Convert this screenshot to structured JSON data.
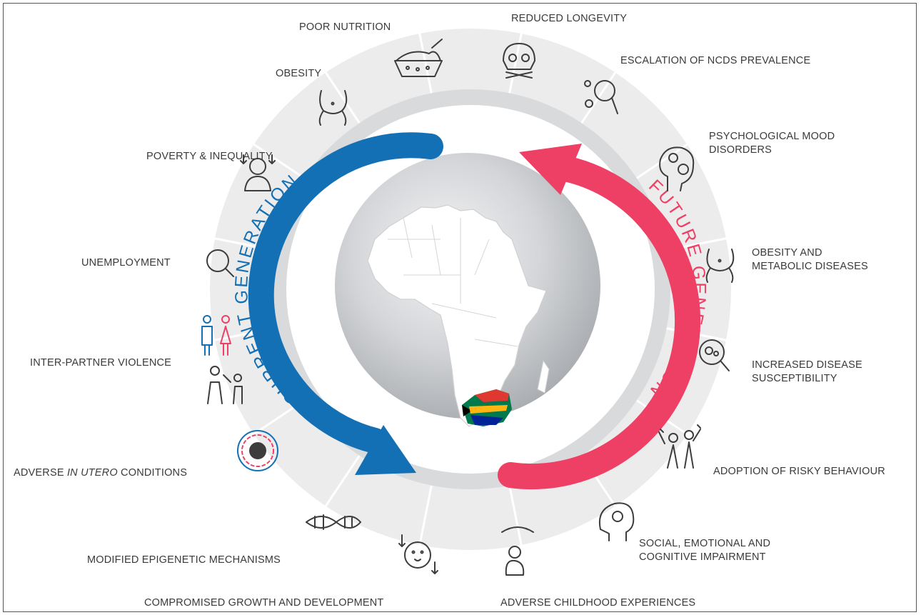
{
  "generations": {
    "current": "CURRENT GENERATION",
    "future": "FUTURE GENERATION"
  },
  "colors": {
    "current": "#1470b4",
    "future": "#ee3f65",
    "ring_light": "#ededed",
    "ring_band": "#d9dadc",
    "label_text": "#3a3a3a",
    "globe": "#c9cbce",
    "land": "#ffffff"
  },
  "current_factors": [
    {
      "id": "poor-nutrition",
      "label": "POOR NUTRITION",
      "icon": "food-bowl-icon"
    },
    {
      "id": "obesity",
      "label": "OBESITY",
      "icon": "waist-icon"
    },
    {
      "id": "poverty",
      "label": "POVERTY & INEQUALITY",
      "icon": "poverty-person-icon"
    },
    {
      "id": "unemployment",
      "label": "UNEMPLOYMENT",
      "icon": "job-search-icon"
    },
    {
      "id": "ipv",
      "label": "INTER-PARTNER VIOLENCE",
      "icon": "couple-violence-icon"
    },
    {
      "id": "in-utero",
      "label_pre": "ADVERSE ",
      "label_em": "IN UTERO",
      "label_post": " CONDITIONS",
      "icon": "fetus-dna-icon"
    },
    {
      "id": "epigenetic",
      "label": "MODIFIED EPIGENETIC MECHANISMS",
      "icon": "dna-icon"
    },
    {
      "id": "growth",
      "label": "COMPROMISED GROWTH AND DEVELOPMENT",
      "icon": "baby-growth-icon"
    }
  ],
  "future_outcomes": [
    {
      "id": "longevity",
      "label": "REDUCED LONGEVITY",
      "icon": "skull-icon"
    },
    {
      "id": "ncds",
      "label": "ESCALATION OF NCDS PREVALENCE",
      "icon": "microscope-germ-icon"
    },
    {
      "id": "mood",
      "label_lines": [
        "PSYCHOLOGICAL MOOD",
        "DISORDERS"
      ],
      "icon": "mood-head-icon"
    },
    {
      "id": "metabolic",
      "label_lines": [
        "OBESITY AND",
        "METABOLIC DISEASES"
      ],
      "icon": "waist-icon"
    },
    {
      "id": "disease",
      "label_lines": [
        "INCREASED DISEASE",
        "SUSCEPTIBILITY"
      ],
      "icon": "magnifier-germ-icon"
    },
    {
      "id": "risky",
      "label": "ADOPTION OF RISKY BEHAVIOUR",
      "icon": "party-people-icon"
    },
    {
      "id": "impairment",
      "label_lines": [
        "SOCIAL, EMOTIONAL AND",
        "COGNITIVE IMPAIRMENT"
      ],
      "icon": "gear-head-icon"
    },
    {
      "id": "ace",
      "label": "ADVERSE CHILDHOOD EXPERIENCES",
      "icon": "sad-child-icon"
    }
  ]
}
